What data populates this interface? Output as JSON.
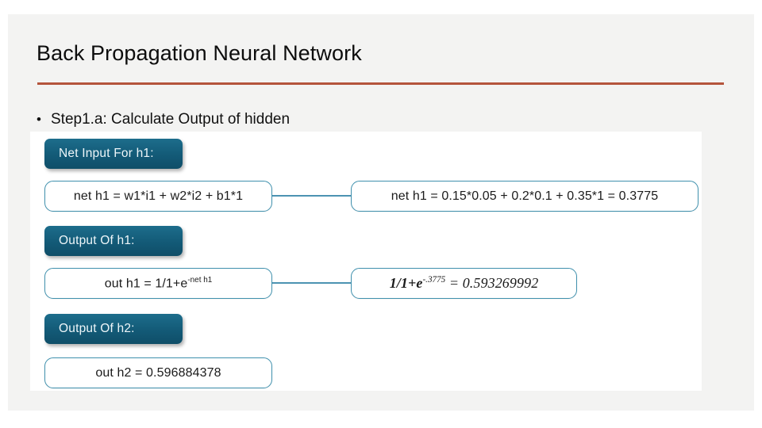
{
  "slide": {
    "title": "Back Propagation Neural Network",
    "accent_color": "#b4543c",
    "background_color": "#f3f3f2",
    "bullet": {
      "marker": "•",
      "text": "Step1.a: Calculate Output of hidden"
    }
  },
  "diagram": {
    "panel_color": "#ffffff",
    "pill_color": "#135a77",
    "box_border_color": "#3f90ad",
    "arrow_color": "#4c93b2",
    "rows": [
      {
        "pill_label": "Net Input For h1:",
        "formula": "net h1 = w1*i1 + w2*i2 + b1*1",
        "result": "net h1 = 0.15*0.05 + 0.2*0.1 + 0.35*1 = 0.3775"
      },
      {
        "pill_label": "Output Of h1:",
        "formula_prefix": "out h1 = 1/1+e",
        "formula_exponent": "-net h1",
        "result_prefix": "1/1+e",
        "result_exponent": "-.3775",
        "result_suffix": " = 0.593269992"
      },
      {
        "pill_label": "Output Of h2:",
        "formula": "out h2 = 0.596884378"
      }
    ]
  }
}
